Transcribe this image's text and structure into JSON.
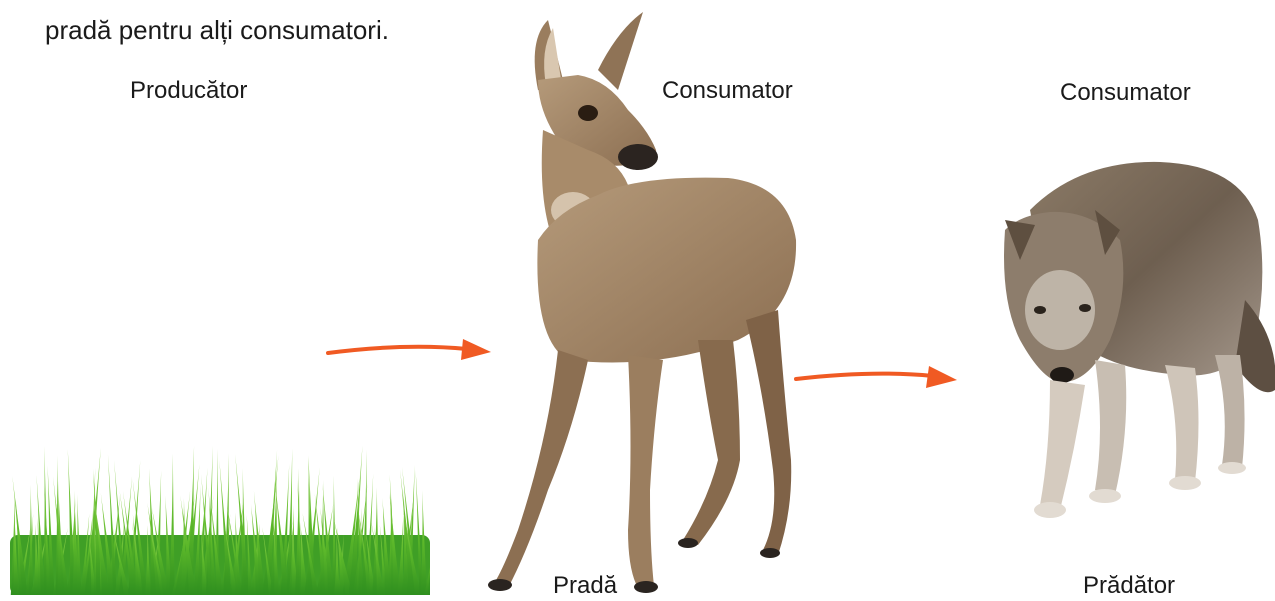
{
  "intro": {
    "text_line": "pradă pentru alți consumatori."
  },
  "chain": {
    "producer": {
      "role_label": "Producător",
      "image": "grass-illustration"
    },
    "deer": {
      "role_label": "Consumator",
      "relation_label": "Pradă",
      "image": "roe-deer-photo"
    },
    "wolf": {
      "role_label": "Consumator",
      "relation_label": "Prădător",
      "image": "wolf-photo"
    },
    "arrow_color": "#f05a23",
    "grass_colors": [
      "#2f8f1f",
      "#5cb82a",
      "#8fd14f"
    ]
  }
}
